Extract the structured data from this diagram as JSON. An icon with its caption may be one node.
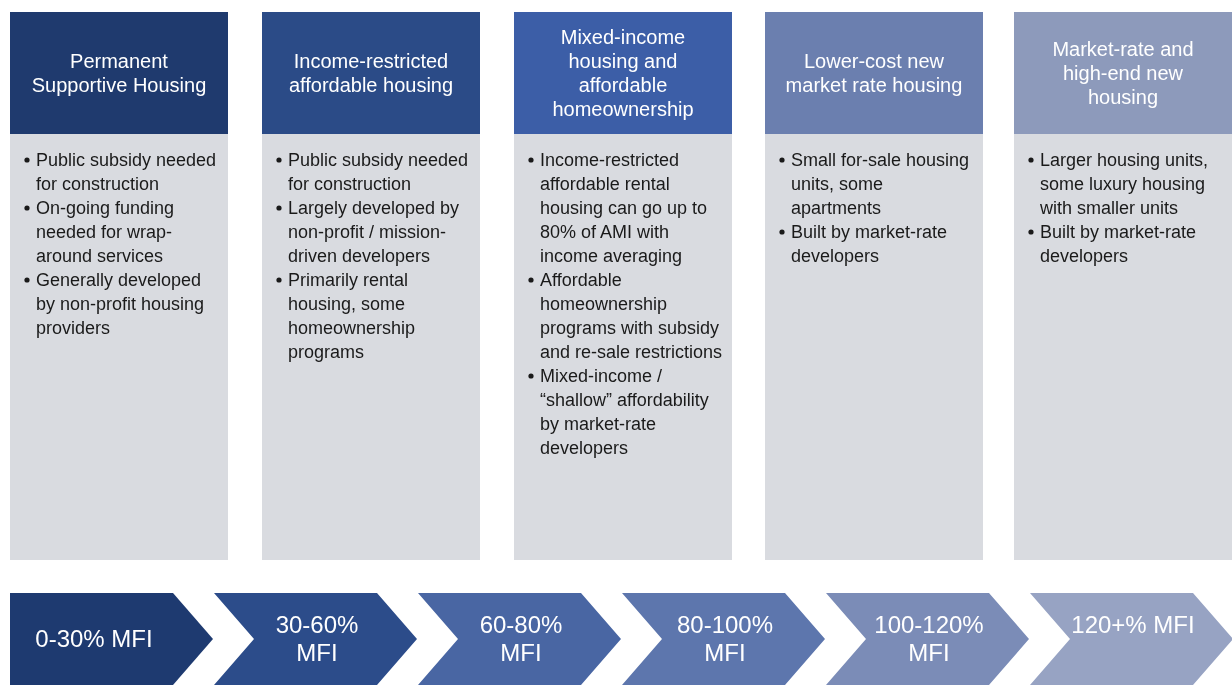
{
  "diagram": {
    "nodes": [
      {
        "text": [
          "Permanent Supportive Housing"
        ]
      },
      {
        "text": [
          "Public subsidy needed for construction",
          "On-going funding needed for wrap-around services",
          "Generally developed by non-profit housing providers"
        ]
      },
      {
        "text": [
          "Income-restricted affordable housing"
        ]
      },
      {
        "text": [
          "Public subsidy needed for construction",
          "Largely developed by non-profit / mission-driven developers",
          "Primarily rental housing, some homeownership programs"
        ]
      },
      {
        "text": [
          "Mixed-income housing and affordable homeownership"
        ]
      },
      {
        "text": [
          "Income-restricted affordable rental housing can go up to 80% of AMI with income averaging",
          "Affordable homeownership programs with subsidy and re-sale restrictions",
          "Mixed-income / “shallow” affordability by market-rate developers"
        ]
      },
      {
        "text": [
          "Lower-cost new market rate housing"
        ]
      },
      {
        "text": [
          "Small for-sale housing units, some apartments",
          "Built by market-rate developers"
        ]
      },
      {
        "text": [
          "Market-rate and high-end new housing"
        ]
      },
      {
        "text": [
          "Larger housing units, some luxury housing with smaller units",
          "Built by market-rate developers"
        ]
      },
      {
        "text": [
          "0-30% MFI"
        ]
      },
      {
        "text": [
          "30-60% MFI"
        ]
      },
      {
        "text": [
          "60-80% MFI"
        ]
      },
      {
        "text": [
          "80-100% MFI"
        ]
      },
      {
        "text": [
          "100-120% MFI"
        ]
      },
      {
        "text": [
          "120+% MFI"
        ]
      }
    ],
    "edges": []
  }
}
